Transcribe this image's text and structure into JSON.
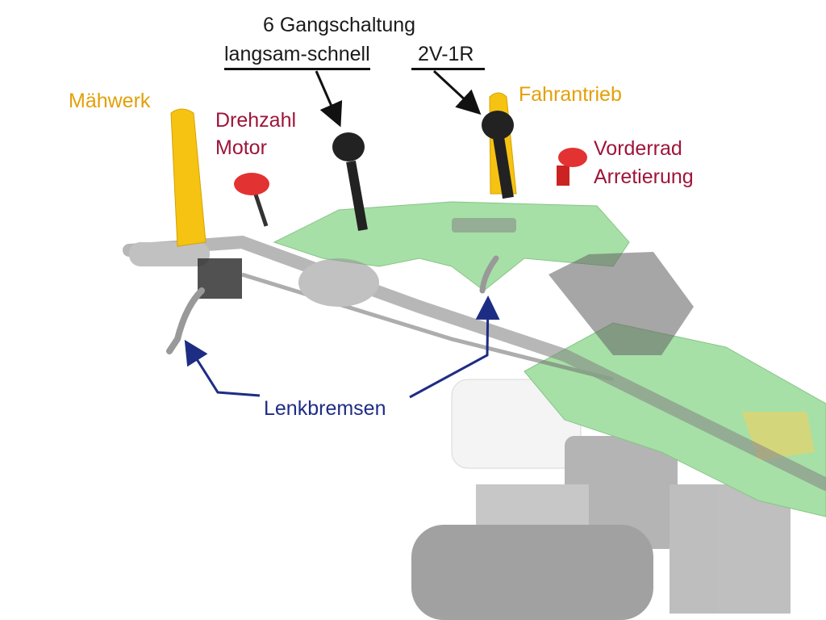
{
  "labels": {
    "gear_title": "6 Gangschaltung",
    "gear_range": "langsam-schnell",
    "gear_dir": "2V-1R",
    "mower": "Mähwerk",
    "rpm_line1": "Drehzahl",
    "rpm_line2": "Motor",
    "drive": "Fahrantrieb",
    "wheel_line1": "Vorderrad",
    "wheel_line2": "Arretierung",
    "brakes": "Lenkbremsen"
  },
  "colors": {
    "orange": "#e3a008",
    "red": "#9e1539",
    "navy": "#1e2d84",
    "machine_green": "#a6e0a6"
  }
}
